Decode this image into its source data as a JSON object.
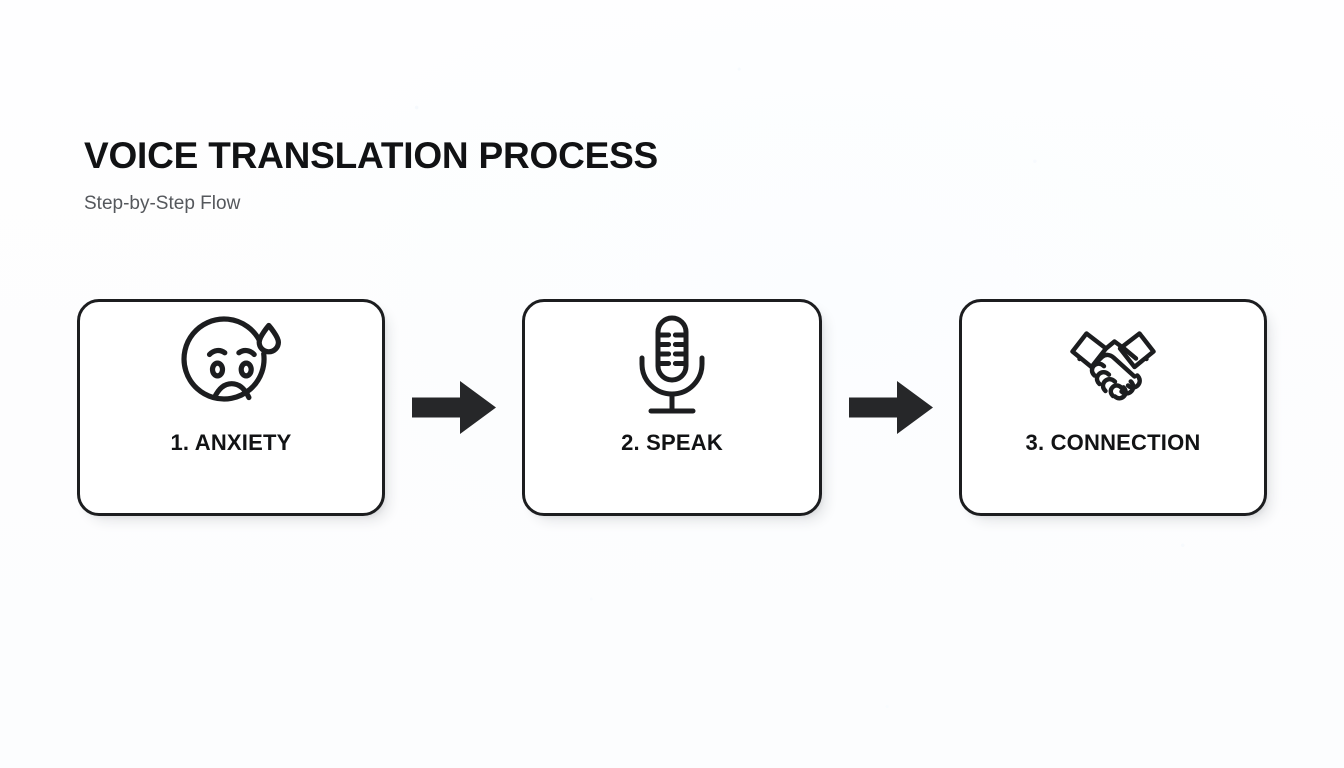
{
  "header": {
    "title": "VOICE TRANSLATION PROCESS",
    "subtitle": "Step-by-Step Flow"
  },
  "colors": {
    "background": "#fdfeff",
    "card_background": "#ffffff",
    "stroke": "#1c1d1f",
    "title_text": "#111214",
    "subtitle_text": "#55585c",
    "label_text": "#121315",
    "arrow_fill": "#262729"
  },
  "flow": {
    "steps": [
      {
        "number": "1",
        "label": "1. ANXIETY",
        "icon": "worried-sweating-face-icon"
      },
      {
        "number": "2",
        "label": "2. SPEAK",
        "icon": "microphone-icon"
      },
      {
        "number": "3",
        "label": "3. CONNECTION",
        "icon": "handshake-icon"
      }
    ],
    "connectors": [
      {
        "icon": "arrow-right-icon"
      },
      {
        "icon": "arrow-right-icon"
      }
    ]
  }
}
